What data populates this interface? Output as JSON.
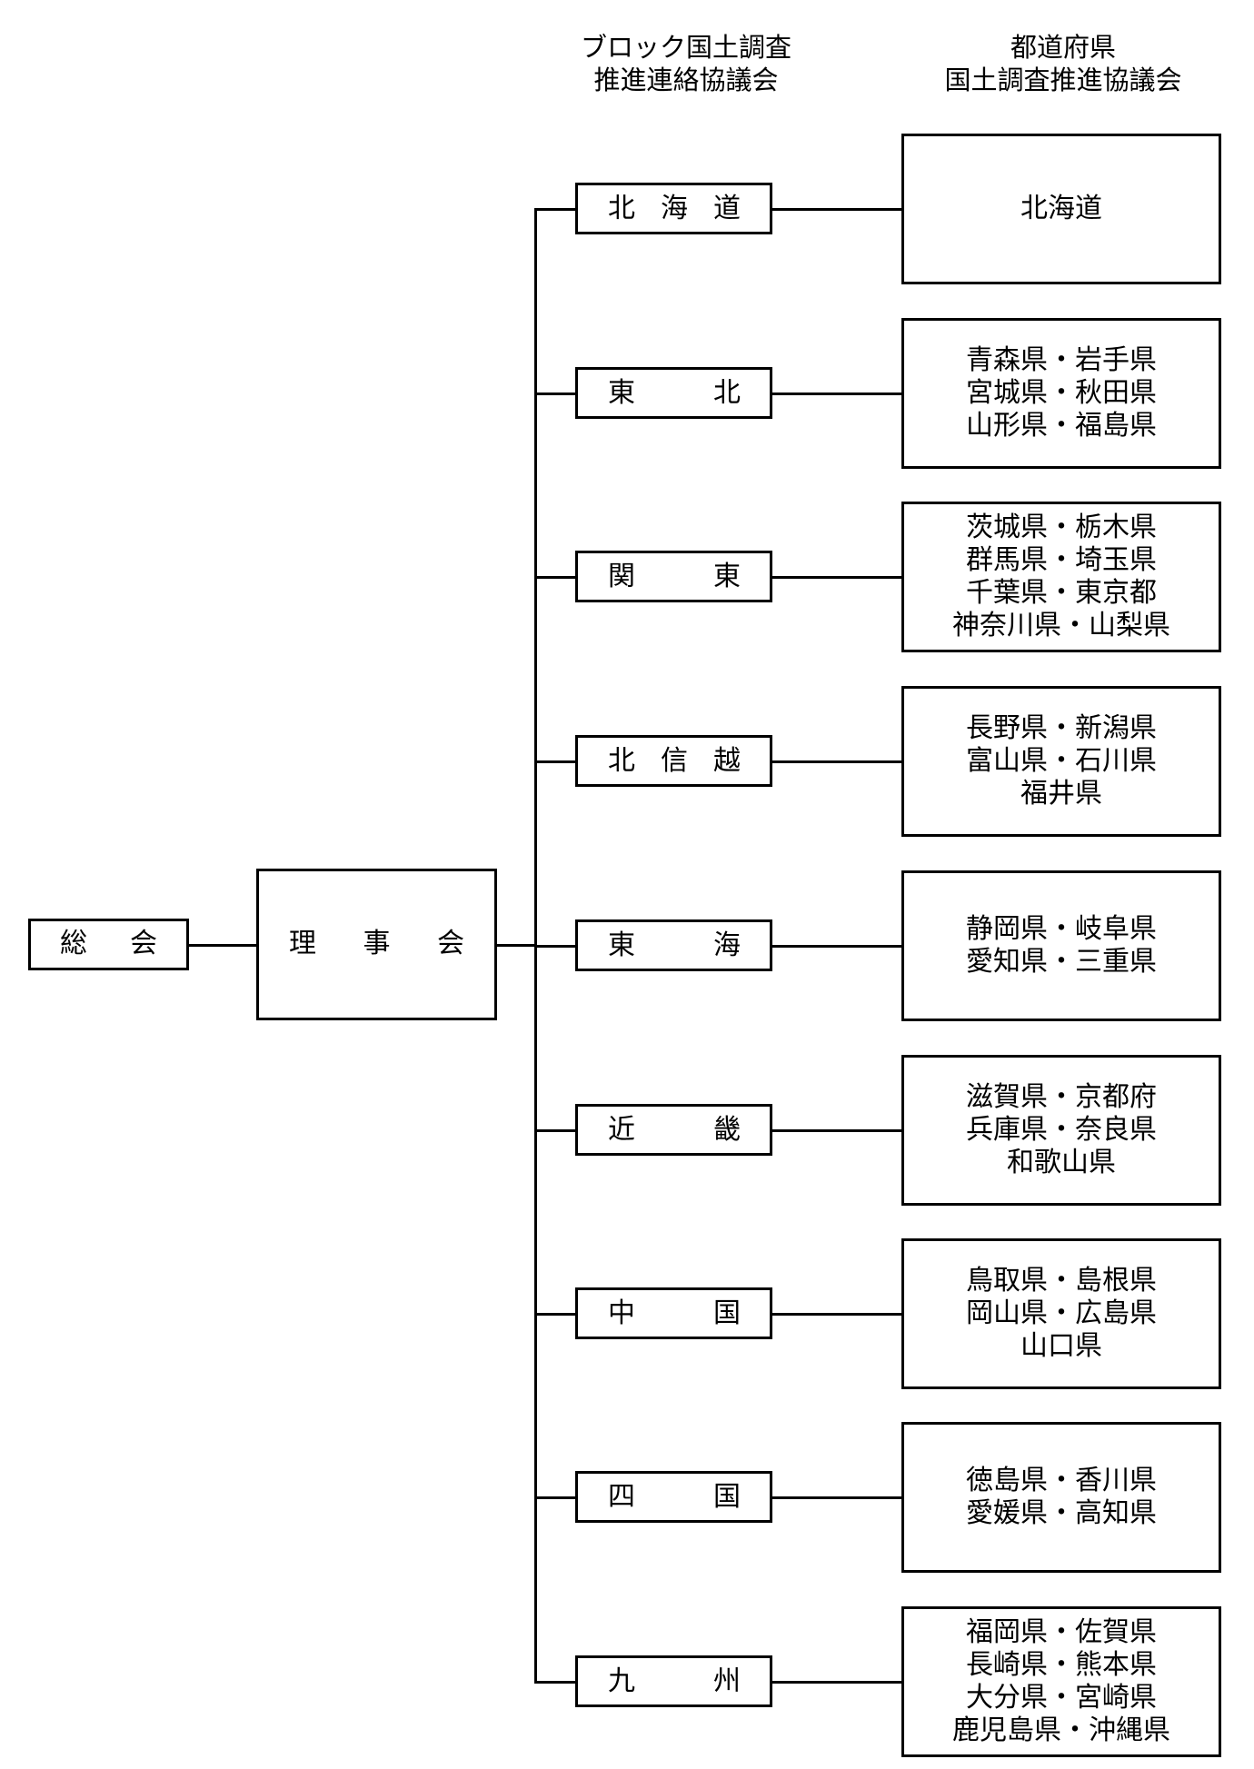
{
  "headers": {
    "block": [
      "ブロック国土調査",
      "推進連絡協議会"
    ],
    "prefecture": [
      "都道府県",
      "国土調査推進協議会"
    ]
  },
  "general_assembly": [
    "総",
    "会"
  ],
  "board": [
    "理",
    "事",
    "会"
  ],
  "blocks": [
    {
      "chars": [
        "北",
        "海",
        "道"
      ],
      "prefectures": [
        "北海道"
      ]
    },
    {
      "chars": [
        "東",
        "北"
      ],
      "prefectures": [
        "青森県・岩手県",
        "宮城県・秋田県",
        "山形県・福島県"
      ]
    },
    {
      "chars": [
        "関",
        "東"
      ],
      "prefectures": [
        "茨城県・栃木県",
        "群馬県・埼玉県",
        "千葉県・東京都",
        "神奈川県・山梨県"
      ]
    },
    {
      "chars": [
        "北",
        "信",
        "越"
      ],
      "prefectures": [
        "長野県・新潟県",
        "富山県・石川県",
        "福井県"
      ]
    },
    {
      "chars": [
        "東",
        "海"
      ],
      "prefectures": [
        "静岡県・岐阜県",
        "愛知県・三重県"
      ]
    },
    {
      "chars": [
        "近",
        "畿"
      ],
      "prefectures": [
        "滋賀県・京都府",
        "兵庫県・奈良県",
        "和歌山県"
      ]
    },
    {
      "chars": [
        "中",
        "国"
      ],
      "prefectures": [
        "鳥取県・島根県",
        "岡山県・広島県",
        "山口県"
      ]
    },
    {
      "chars": [
        "四",
        "国"
      ],
      "prefectures": [
        "徳島県・香川県",
        "愛媛県・高知県"
      ]
    },
    {
      "chars": [
        "九",
        "州"
      ],
      "prefectures": [
        "福岡県・佐賀県",
        "長崎県・熊本県",
        "大分県・宮崎県",
        "鹿児島県・沖縄県"
      ]
    }
  ]
}
